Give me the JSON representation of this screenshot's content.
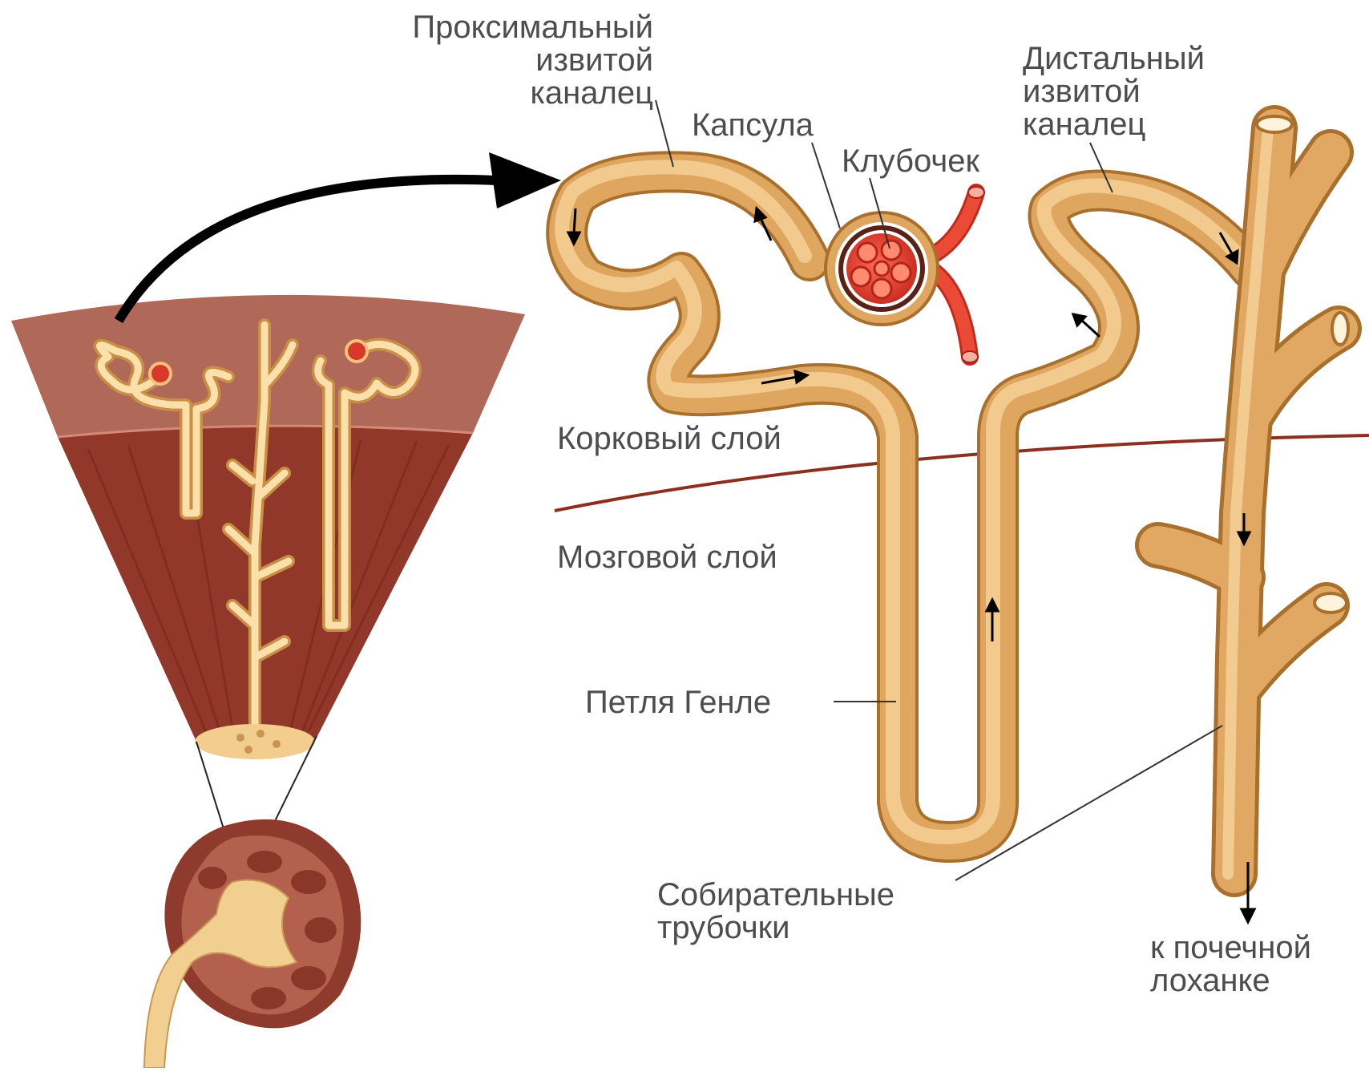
{
  "labels": {
    "proximal": "Проксимальный\nизвитой\nканалец",
    "capsule": "Капсула",
    "glomerulus": "Клубочек",
    "distal": "Дистальный\nизвитой\nканалец",
    "cortex": "Корковый слой",
    "medulla": "Мозговой слой",
    "henle": "Петля Генле",
    "collecting": "Собирательные\nтрубочки",
    "to_pelvis": "к почечной\nлоханке"
  },
  "colors": {
    "tubule": "#e8b46a",
    "tubule_light": "#f9dca8",
    "tubule_dark": "#a8702c",
    "vessel": "#e0402e",
    "vessel_dark": "#a82218",
    "cortex": "#a85a4a",
    "medulla": "#8f3a2a",
    "medulla_stripe": "#7a2e22",
    "boundary": "#8b3020",
    "arrow": "#000000",
    "leader": "#333333"
  }
}
